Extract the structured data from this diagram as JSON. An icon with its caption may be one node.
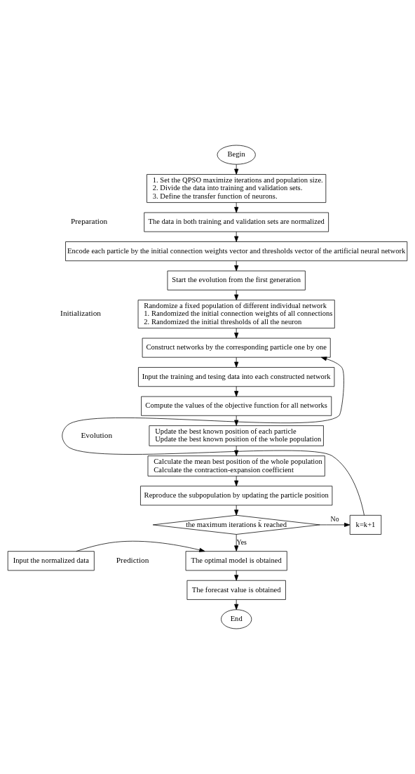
{
  "diagram": {
    "nodes": [
      {
        "text": [
          "Begin"
        ]
      },
      {
        "text": [
          "1. Set the QPSO maximize iterations and population size.",
          "2. Divide the data into training and validation sets.",
          "3. Define the transfer function of neurons."
        ]
      },
      {
        "text": [
          "The data in both training and validation sets are normalized"
        ]
      },
      {
        "text": [
          "Encode each particle by the initial connection weights vector and thresholds vector of the artificial neural network"
        ]
      },
      {
        "text": [
          "Start the evolution from the first generation"
        ]
      },
      {
        "text": [
          "Randomize a fixed population of different individual network",
          "1. Randomized the initial connection weights of all connections",
          "2. Randomized the initial thresholds of all the neuron"
        ]
      },
      {
        "text": [
          "Construct networks by the corresponding particle one by one"
        ]
      },
      {
        "text": [
          "Input the training and tesing data into each constructed network"
        ]
      },
      {
        "text": [
          "Compute the values of the objective function for all networks"
        ]
      },
      {
        "text": [
          "Update the best known position of each particle",
          "Update the best known position of the whole population"
        ]
      },
      {
        "text": [
          "Calculate the mean best position of the whole population",
          "Calculate the contraction-expansion coefficient"
        ]
      },
      {
        "text": [
          "Reproduce the subpopulation by updating the particle position"
        ]
      },
      {
        "text": [
          "the maximum iterations k̄ reached"
        ]
      },
      {
        "text": [
          "k=k+1"
        ]
      },
      {
        "text": [
          "The optimal model is obtained"
        ]
      },
      {
        "text": [
          "Input the normalized data"
        ]
      },
      {
        "text": [
          "The forecast value is obtained"
        ]
      },
      {
        "text": [
          "End"
        ]
      }
    ],
    "edges": [
      {
        "from": 0,
        "to": 1,
        "arrow": "to"
      },
      {
        "from": 1,
        "to": 2,
        "arrow": "to"
      },
      {
        "from": 2,
        "to": 3,
        "arrow": "to"
      },
      {
        "from": 3,
        "to": 4,
        "arrow": "to"
      },
      {
        "from": 4,
        "to": 5,
        "arrow": "to"
      },
      {
        "from": 5,
        "to": 6,
        "arrow": "to"
      },
      {
        "from": 6,
        "to": 7,
        "arrow": "to"
      },
      {
        "from": 7,
        "to": 8,
        "arrow": "to"
      },
      {
        "from": 8,
        "to": 9,
        "arrow": "to"
      },
      {
        "from": 9,
        "to": 10,
        "arrow": "to"
      },
      {
        "from": 10,
        "to": 11,
        "arrow": "to"
      },
      {
        "from": 11,
        "to": 12,
        "arrow": "to"
      },
      {
        "from": 12,
        "to": 13,
        "arrow": "to",
        "label": "No"
      },
      {
        "from": 13,
        "to": 6,
        "arrow": "to"
      },
      {
        "from": 12,
        "to": 14,
        "arrow": "to",
        "label": "Yes"
      },
      {
        "from": 15,
        "to": 14,
        "arrow": "to"
      },
      {
        "from": 14,
        "to": 16,
        "arrow": "to"
      },
      {
        "from": 16,
        "to": 17,
        "arrow": "to"
      }
    ],
    "labels": [
      "Preparation",
      "Initialization",
      "Evolution",
      "Prediction"
    ]
  }
}
